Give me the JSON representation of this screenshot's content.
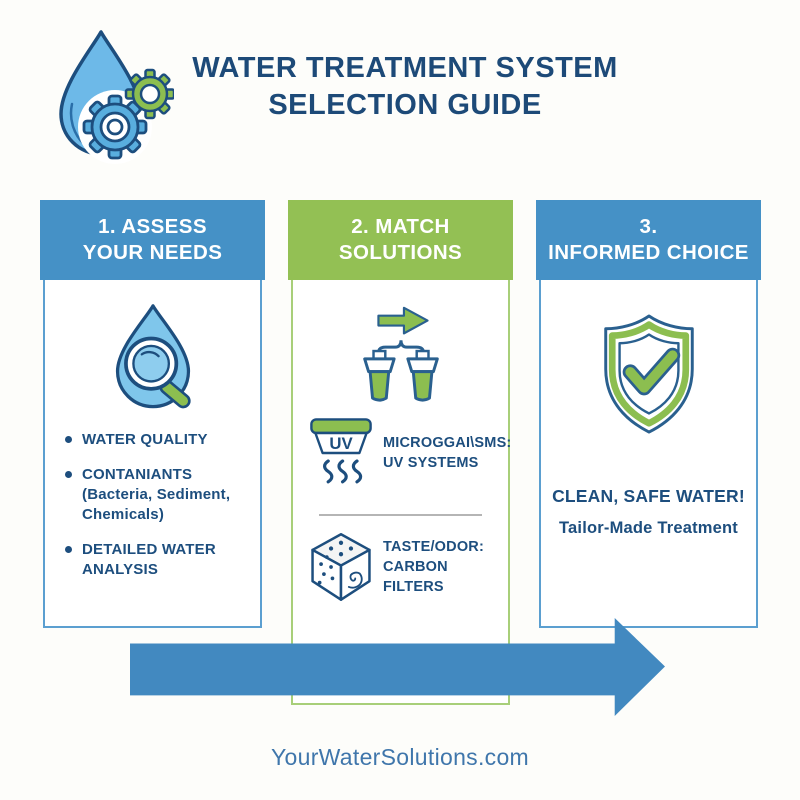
{
  "header": {
    "title_line1": "WATER TREATMENT SYSTEM",
    "title_line2": "SELECTION GUIDE",
    "logo_icon": "water-drop-gears-icon"
  },
  "colors": {
    "header_blue": "#4591c6",
    "header_green": "#93c054",
    "navy_text": "#1d4e7e",
    "title_navy": "#1d4a78",
    "arrow_blue": "#4289c0",
    "icon_green": "#8cbe50",
    "icon_light_blue": "#6db9e8",
    "footer_blue": "#3f76ab"
  },
  "columns": [
    {
      "header_line1": "1. ASSESS",
      "header_line2": "YOUR NEEDS",
      "icon": "water-analysis-icon",
      "bullets": [
        "WATER QUALITY",
        "CONTANIANTS (Bacteria, Sediment, Chemicals)",
        "DETAILED WATER ANALYSIS"
      ]
    },
    {
      "header_line1": "2. MATCH",
      "header_line2": "SOLUTIONS",
      "icon": "filter-system-icon",
      "solutions": [
        {
          "icon": "uv-system-icon",
          "label_line1": "MICROGGAI\\SMS:",
          "label_line2": "UV SYSTEMS",
          "uv_glyph": "UV"
        },
        {
          "icon": "carbon-filter-icon",
          "label_line1": "TASTE/ODOR:",
          "label_line2": "CARBON FILTERS"
        }
      ]
    },
    {
      "header_line1": "3.",
      "header_line2": "INFORMED CHOICE",
      "icon": "shield-check-icon",
      "result_line1": "CLEAN, SAFE WATER!",
      "result_line2": "Tailor-Made Treatment"
    }
  ],
  "arrow": {
    "direction": "right"
  },
  "footer": {
    "text": "YourWaterSolutions.com"
  }
}
